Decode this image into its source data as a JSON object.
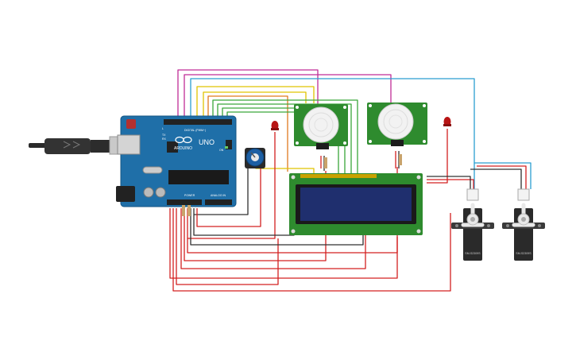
{
  "arduino": {
    "brand_label": "ARDUINO",
    "model_label": "UNO",
    "digital_header_label": "DIGITAL (PWM~)",
    "power_label": "POWER",
    "analog_label": "ANALOG IN",
    "tx_label": "TX",
    "rx_label": "RX",
    "l_label": "L",
    "on_label": "ON"
  },
  "servos": [
    {
      "model_label": "SM-S2309S"
    },
    {
      "model_label": "SM-S2309S"
    }
  ],
  "colors": {
    "board": "#1f6fa8",
    "board_dark": "#155583",
    "pcb_green": "#2e8b2e",
    "lcd_screen": "#1f2f6e",
    "wire_red": "#d32020",
    "wire_black": "#303030",
    "wire_yellow": "#e0c300",
    "wire_green": "#3aa63a",
    "wire_magenta": "#c02c96",
    "wire_blue": "#2b9ed1",
    "wire_orange": "#e07a1f",
    "led_red": "#b81414",
    "servo_body": "#2a2a2a"
  },
  "icons": {
    "usb_cable": "usb-cable-icon",
    "pir_dome": "pir-dome-icon",
    "potentiometer": "potentiometer-knob-icon",
    "led": "red-led-icon",
    "servo_horn": "servo-horn-icon"
  }
}
